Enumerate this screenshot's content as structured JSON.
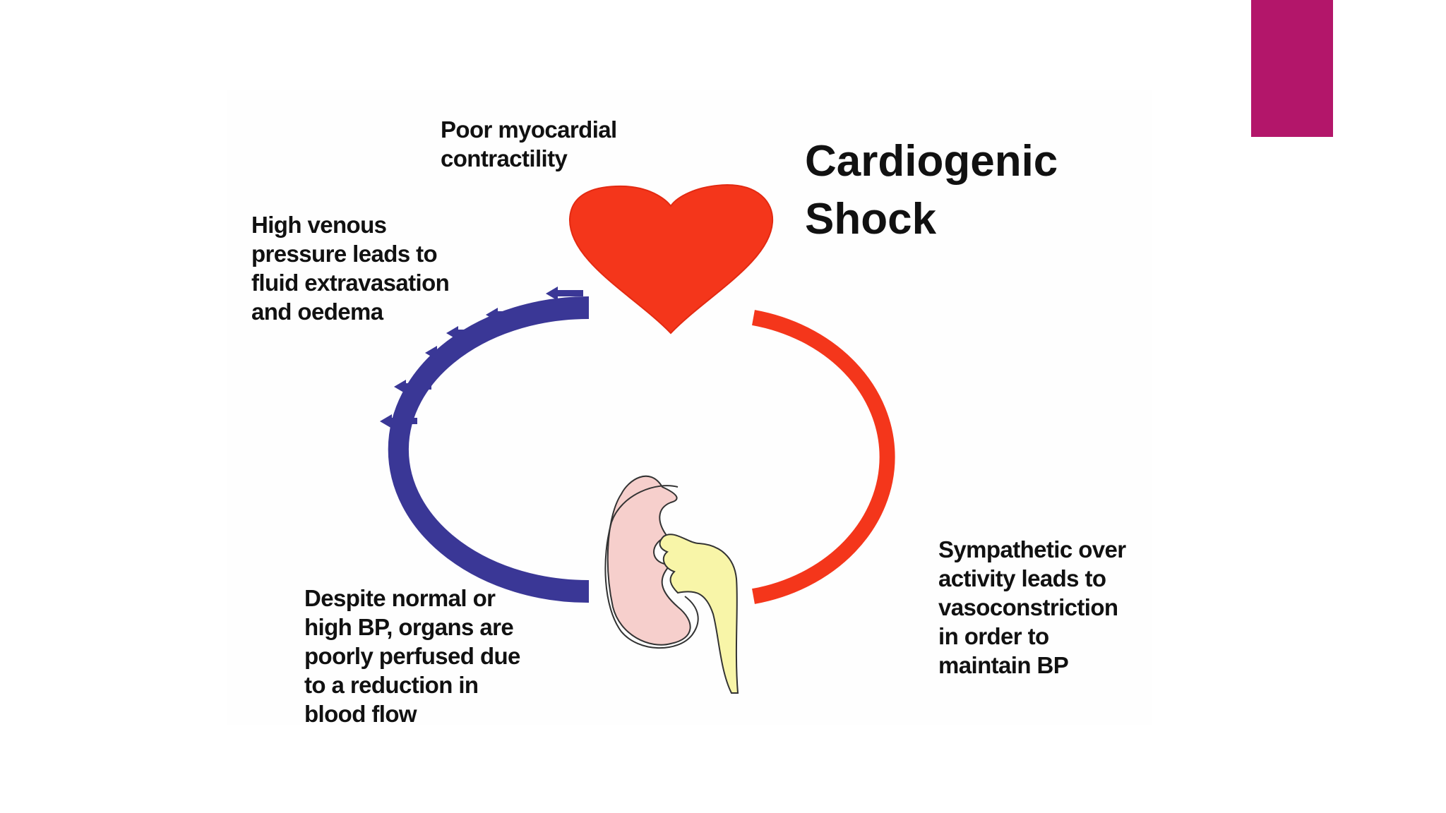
{
  "slide": {
    "accent_color": "#b3166a"
  },
  "diagram": {
    "title": "Cardiogenic\nShock",
    "labels": {
      "poor_contractility": "Poor myocardial\ncontractility",
      "high_venous": "High venous\npressure leads to\nfluid extravasation\nand oedema",
      "despite_bp": "Despite normal or\nhigh BP, organs are\npoorly perfused due\nto a reduction in\nblood flow",
      "sympathetic": "Sympathetic over\nactivity leads to\nvasoconstriction\nin order to\nmaintain BP"
    },
    "colors": {
      "heart": "#f4361b",
      "arterial_arc": "#f4361b",
      "venous_arc": "#3a3796",
      "kidney": "#f6cfcc",
      "ureter": "#f8f5a8",
      "arrows": "#3a3796"
    },
    "icons": [
      "heart-icon",
      "kidney-icon",
      "outflow-arrow-icon"
    ]
  }
}
